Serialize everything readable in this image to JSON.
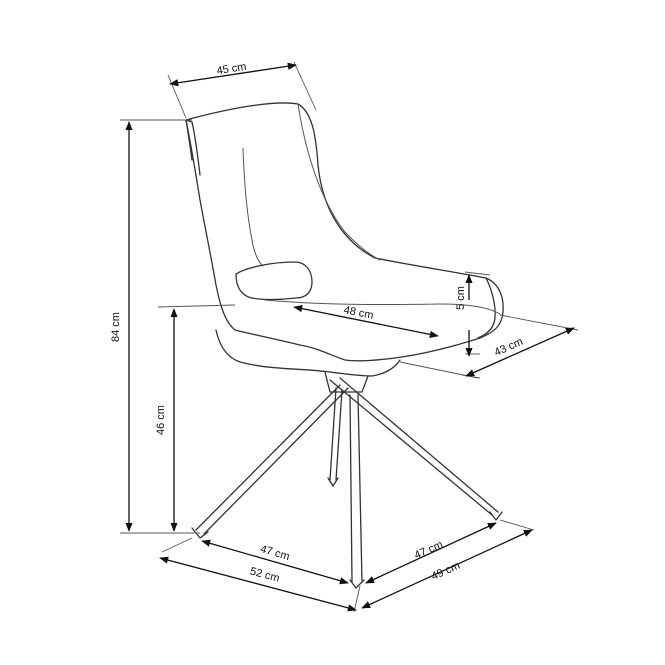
{
  "dimensions": {
    "seat_width": "45 cm",
    "total_height": "84 cm",
    "seat_height": "46 cm",
    "seat_depth": "48 cm",
    "armrest_height": "5 cm",
    "seat_side_depth": "43 cm",
    "base_front": "47 cm",
    "base_side": "47 cm",
    "overall_width": "52 cm",
    "overall_depth": "49 cm"
  },
  "colors": {
    "line": "#333333",
    "dimension": "#111111",
    "background": "#ffffff"
  }
}
